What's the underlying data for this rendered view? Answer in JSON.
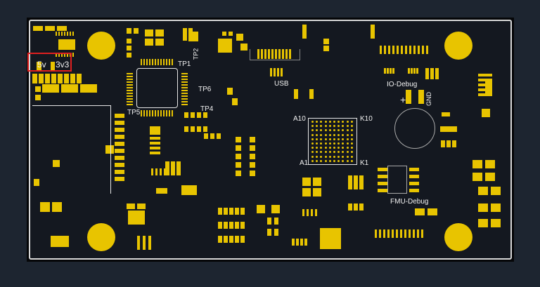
{
  "board": {
    "labels": {
      "five_v": "5v",
      "three_v3": "3v3",
      "tp1": "TP1",
      "tp2": "TP2",
      "tp4": "TP4",
      "tp5": "TP5",
      "tp6": "TP6",
      "usb": "USB",
      "bga_a10": "A10",
      "bga_k10": "K10",
      "bga_a1": "A1",
      "bga_k1": "K1",
      "io_debug": "IO-Debug",
      "fmu_debug": "FMU-Debug",
      "gnd": "GND",
      "plus": "+"
    },
    "colors": {
      "pad": "#e8c400",
      "board": "#141820",
      "silk": "#e6e6e6",
      "highlight": "#e02020"
    }
  }
}
